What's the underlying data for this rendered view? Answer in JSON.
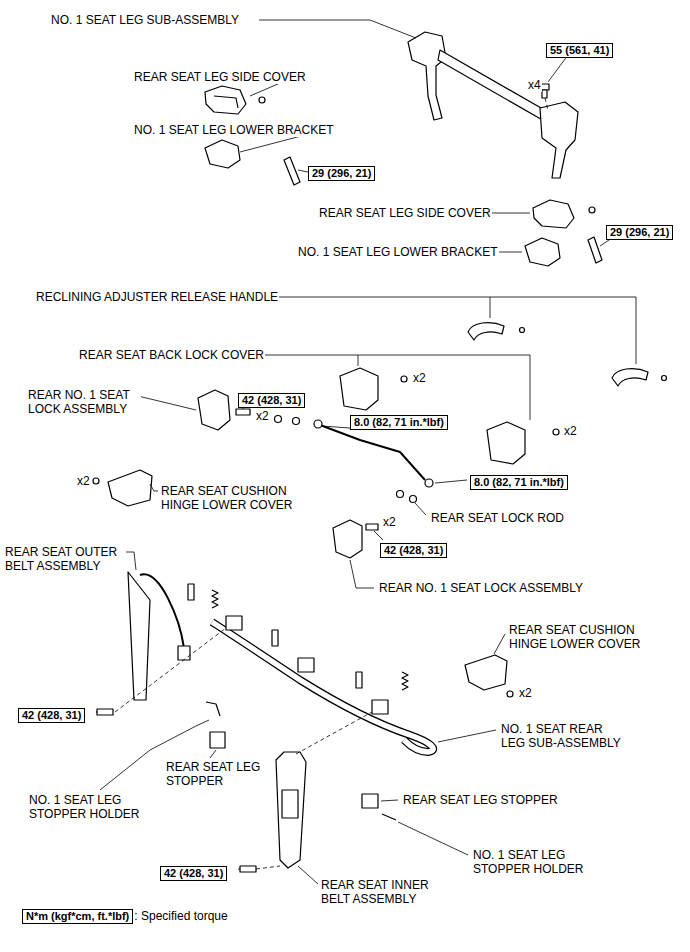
{
  "diagram": {
    "nodes": [
      {
        "text": [
          "55 (561, 41)"
        ]
      },
      {
        "text": [
          "29 (296, 21)"
        ]
      },
      {
        "text": [
          "29 (296, 21)"
        ]
      },
      {
        "text": [
          "42 (428, 31)"
        ]
      },
      {
        "text": [
          "8.0 (82, 71 in.*lbf)"
        ]
      },
      {
        "text": [
          "8.0 (82, 71 in.*lbf)"
        ]
      },
      {
        "text": [
          "42 (428, 31)"
        ]
      },
      {
        "text": [
          "42 (428, 31)"
        ]
      },
      {
        "text": [
          "42 (428, 31)"
        ]
      },
      {
        "text": [
          "N*m (kgf*cm, ft.*lbf)",
          ": Specified torque"
        ]
      }
    ],
    "labels": [
      "NO. 1 SEAT LEG SUB-ASSEMBLY",
      "x4",
      "REAR SEAT LEG SIDE COVER",
      "NO. 1 SEAT LEG LOWER BRACKET",
      "REAR SEAT LEG SIDE COVER",
      "NO. 1 SEAT LEG LOWER BRACKET",
      "RECLINING ADJUSTER RELEASE HANDLE",
      "REAR SEAT BACK LOCK COVER",
      "x2",
      "REAR NO. 1 SEAT LOCK ASSEMBLY",
      "x2",
      "x2",
      "x2",
      "REAR SEAT CUSHION HINGE LOWER COVER",
      "REAR SEAT LOCK ROD",
      "x2",
      "REAR NO. 1 SEAT LOCK ASSEMBLY",
      "REAR SEAT OUTER BELT ASSEMBLY",
      "REAR SEAT CUSHION HINGE LOWER COVER",
      "x2",
      "NO. 1 SEAT REAR LEG SUB-ASSEMBLY",
      "REAR SEAT LEG STOPPER",
      "NO. 1 SEAT LEG STOPPER HOLDER",
      "REAR SEAT LEG STOPPER",
      "NO. 1 SEAT LEG STOPPER HOLDER",
      "REAR SEAT INNER BELT ASSEMBLY"
    ]
  }
}
